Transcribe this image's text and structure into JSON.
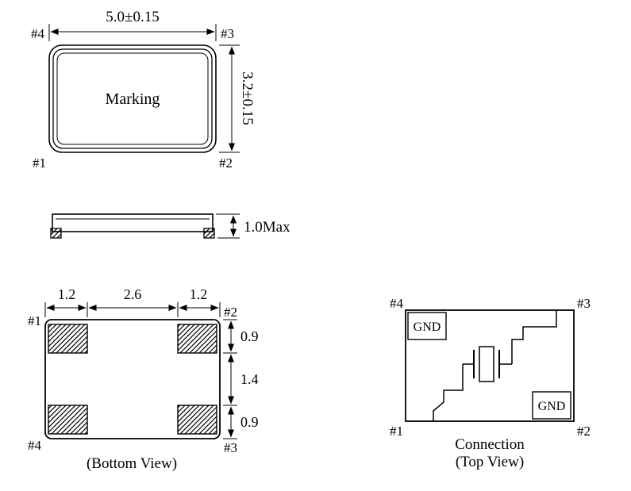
{
  "page": {
    "background": "#ffffff",
    "line_color": "#000000"
  },
  "top_view": {
    "dim_width": "5.0±0.15",
    "dim_height": "3.2±0.15",
    "marking": "Marking",
    "pin_top_left": "#4",
    "pin_top_right": "#3",
    "pin_bottom_left": "#1",
    "pin_bottom_right": "#2"
  },
  "side_view": {
    "dim_height": "1.0Max"
  },
  "bottom_view": {
    "dim_pad_left": "1.2",
    "dim_center": "2.6",
    "dim_pad_right": "1.2",
    "dim_right_top": "0.9",
    "dim_right_middle": "1.4",
    "dim_right_bottom": "0.9",
    "pin_top_left": "#1",
    "pin_top_right": "#2",
    "pin_bottom_left": "#4",
    "pin_bottom_right": "#3",
    "caption": "(Bottom View)"
  },
  "connection_view": {
    "gnd_top_left": "GND",
    "gnd_bottom_right": "GND",
    "pin_top_left": "#4",
    "pin_top_right": "#3",
    "pin_bottom_left": "#1",
    "pin_bottom_right": "#2",
    "caption_line1": "Connection",
    "caption_line2": "(Top View)"
  }
}
